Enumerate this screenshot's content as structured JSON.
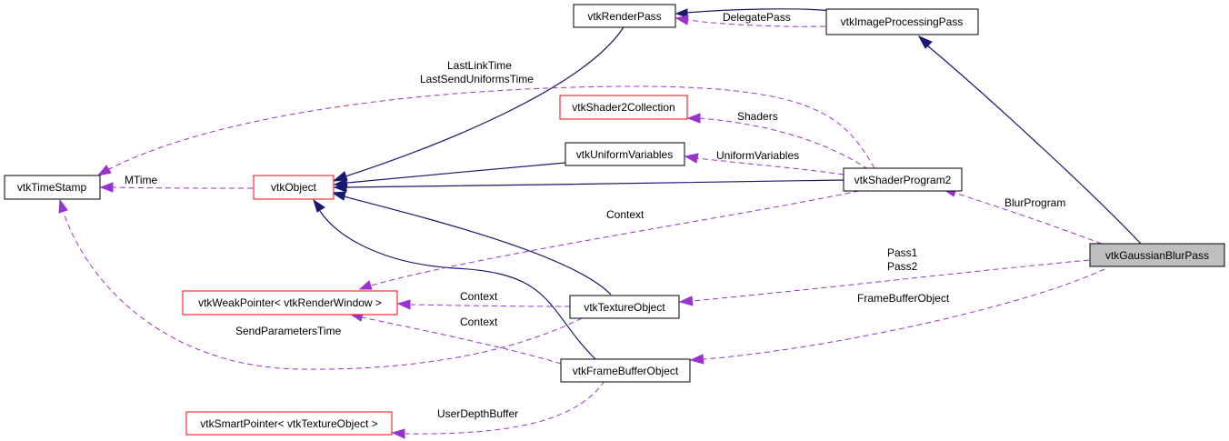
{
  "diagram": {
    "title": "vtkGaussianBlurPass collaboration graph",
    "colors": {
      "inheritance_edge": "#191970",
      "usage_edge": "#9a32cd",
      "highlight_fill": "#bfbfbf",
      "undocumented_border": "#ff0000"
    },
    "nodes": [
      {
        "id": "vtkRenderPass",
        "label": "vtkRenderPass",
        "style": "normal"
      },
      {
        "id": "vtkImageProcessingPass",
        "label": "vtkImageProcessingPass",
        "style": "normal"
      },
      {
        "id": "vtkShader2Collection",
        "label": "vtkShader2Collection",
        "style": "red"
      },
      {
        "id": "vtkUniformVariables",
        "label": "vtkUniformVariables",
        "style": "normal"
      },
      {
        "id": "vtkTimeStamp",
        "label": "vtkTimeStamp",
        "style": "normal"
      },
      {
        "id": "vtkObject",
        "label": "vtkObject",
        "style": "red"
      },
      {
        "id": "vtkShaderProgram2",
        "label": "vtkShaderProgram2",
        "style": "normal"
      },
      {
        "id": "vtkGaussianBlurPass",
        "label": "vtkGaussianBlurPass",
        "style": "highlight"
      },
      {
        "id": "vtkWeakPointer",
        "label": "vtkWeakPointer< vtkRenderWindow >",
        "style": "red"
      },
      {
        "id": "vtkTextureObject",
        "label": "vtkTextureObject",
        "style": "normal"
      },
      {
        "id": "vtkFrameBufferObject",
        "label": "vtkFrameBufferObject",
        "style": "normal"
      },
      {
        "id": "vtkSmartPointer",
        "label": "vtkSmartPointer< vtkTextureObject >",
        "style": "red"
      }
    ],
    "edges": [
      {
        "from": "vtkImageProcessingPass",
        "to": "vtkRenderPass",
        "type": "inheritance",
        "label": ""
      },
      {
        "from": "vtkImageProcessingPass",
        "to": "vtkRenderPass",
        "type": "usage",
        "label": "DelegatePass"
      },
      {
        "from": "vtkGaussianBlurPass",
        "to": "vtkImageProcessingPass",
        "type": "inheritance",
        "label": ""
      },
      {
        "from": "vtkRenderPass",
        "to": "vtkObject",
        "type": "inheritance",
        "label": ""
      },
      {
        "from": "vtkUniformVariables",
        "to": "vtkObject",
        "type": "inheritance",
        "label": ""
      },
      {
        "from": "vtkShaderProgram2",
        "to": "vtkObject",
        "type": "inheritance",
        "label": ""
      },
      {
        "from": "vtkTextureObject",
        "to": "vtkObject",
        "type": "inheritance",
        "label": ""
      },
      {
        "from": "vtkFrameBufferObject",
        "to": "vtkObject",
        "type": "inheritance",
        "label": ""
      },
      {
        "from": "vtkObject",
        "to": "vtkTimeStamp",
        "type": "usage",
        "label": "MTime"
      },
      {
        "from": "vtkShaderProgram2",
        "to": "vtkTimeStamp",
        "type": "usage",
        "label": "LastLinkTime\nLastSendUniformsTime"
      },
      {
        "from": "vtkShaderProgram2",
        "to": "vtkShader2Collection",
        "type": "usage",
        "label": "Shaders"
      },
      {
        "from": "vtkShaderProgram2",
        "to": "vtkUniformVariables",
        "type": "usage",
        "label": "UniformVariables"
      },
      {
        "from": "vtkShaderProgram2",
        "to": "vtkWeakPointer",
        "type": "usage",
        "label": "Context"
      },
      {
        "from": "vtkGaussianBlurPass",
        "to": "vtkShaderProgram2",
        "type": "usage",
        "label": "BlurProgram"
      },
      {
        "from": "vtkGaussianBlurPass",
        "to": "vtkTextureObject",
        "type": "usage",
        "label": "Pass1\nPass2"
      },
      {
        "from": "vtkGaussianBlurPass",
        "to": "vtkFrameBufferObject",
        "type": "usage",
        "label": "FrameBufferObject"
      },
      {
        "from": "vtkTextureObject",
        "to": "vtkWeakPointer",
        "type": "usage",
        "label": "Context"
      },
      {
        "from": "vtkFrameBufferObject",
        "to": "vtkWeakPointer",
        "type": "usage",
        "label": "Context"
      },
      {
        "from": "vtkTextureObject",
        "to": "vtkTimeStamp",
        "type": "usage",
        "label": "SendParametersTime"
      },
      {
        "from": "vtkFrameBufferObject",
        "to": "vtkSmartPointer",
        "type": "usage",
        "label": "UserDepthBuffer"
      }
    ],
    "edge_labels": {
      "delegate_pass": "DelegatePass",
      "last_link_time": "LastLinkTime",
      "last_send_uniforms_time": "LastSendUniformsTime",
      "shaders": "Shaders",
      "uniform_variables": "UniformVariables",
      "mtime": "MTime",
      "context_shader": "Context",
      "blur_program": "BlurProgram",
      "pass1": "Pass1",
      "pass2": "Pass2",
      "frame_buffer_object": "FrameBufferObject",
      "context_texture": "Context",
      "context_fbo": "Context",
      "send_parameters_time": "SendParametersTime",
      "user_depth_buffer": "UserDepthBuffer"
    }
  }
}
